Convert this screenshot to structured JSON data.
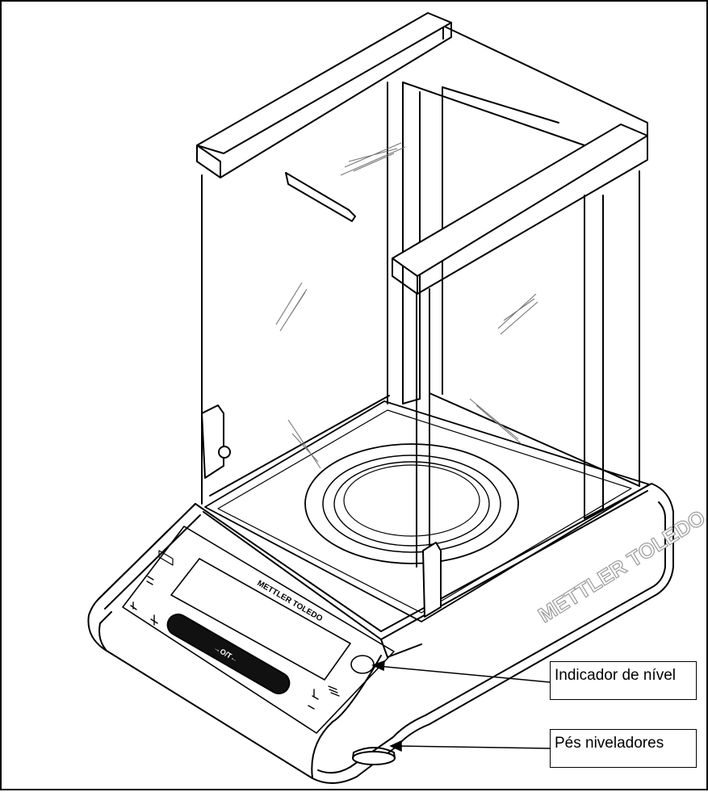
{
  "callouts": {
    "level_indicator": "Indicador de nível",
    "leveling_feet": "Pés niveladores"
  },
  "brand": {
    "side_logo": "METTLER TOLEDO",
    "front_logo": "METTLER TOLEDO"
  },
  "keys": {
    "tare_center": "→O/T←"
  },
  "colors": {
    "line": "#000000",
    "background": "#ffffff",
    "glass_hatch": "#777777",
    "side_logo": "#9a9a9a"
  }
}
